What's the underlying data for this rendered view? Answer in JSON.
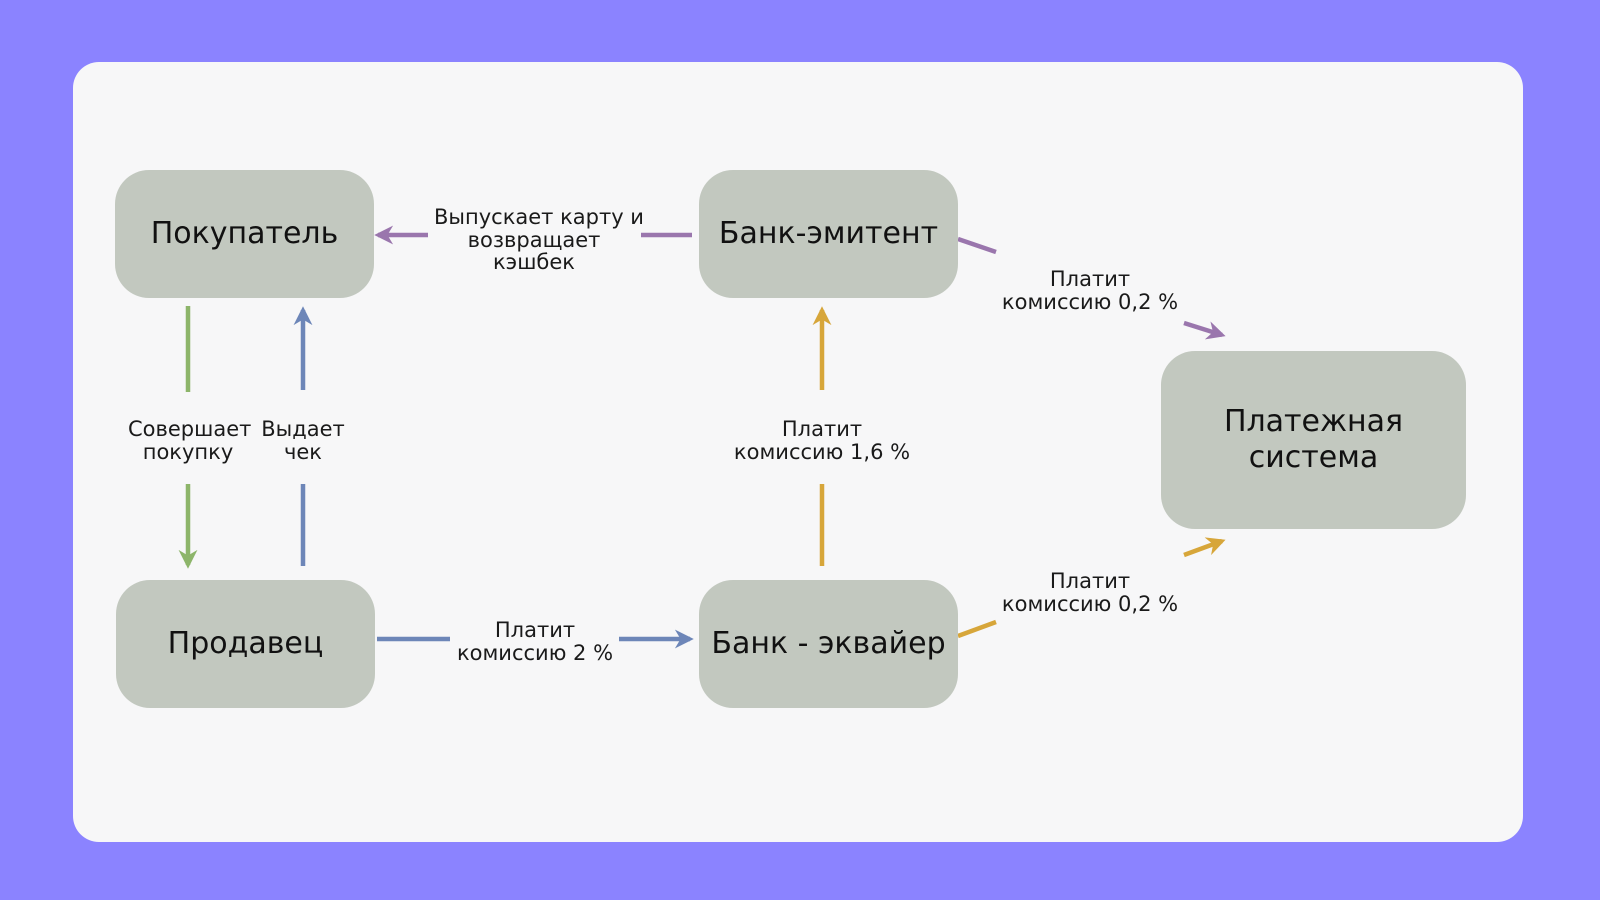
{
  "nodes": {
    "buyer": "Покупатель",
    "issuer": "Банк-эмитент",
    "seller": "Продавец",
    "acquirer": "Банк - эквайер",
    "payment_system_line1": "Платежная",
    "payment_system_line2": "система"
  },
  "edges": {
    "issuer_to_buyer": [
      "Выпускает карту и",
      "возвращает",
      "кэшбек"
    ],
    "buyer_to_seller": [
      "Совершает",
      "покупку"
    ],
    "seller_to_buyer": [
      "Выдает",
      "чек"
    ],
    "seller_to_acquirer": [
      "Платит",
      "комиссию 2 %"
    ],
    "acquirer_to_issuer": [
      "Платит",
      "комиссию 1,6 %"
    ],
    "issuer_to_payment": [
      "Платит",
      "комиссию 0,2 %"
    ],
    "acquirer_to_payment": [
      "Платит",
      "комиссию 0,2 %"
    ]
  },
  "colors": {
    "background": "#8b83ff",
    "card": "#f7f7f8",
    "node": "#c2c8bf",
    "purple": "#9a76ad",
    "green": "#8db56a",
    "blue": "#6d86b8",
    "gold": "#d7a63a"
  }
}
